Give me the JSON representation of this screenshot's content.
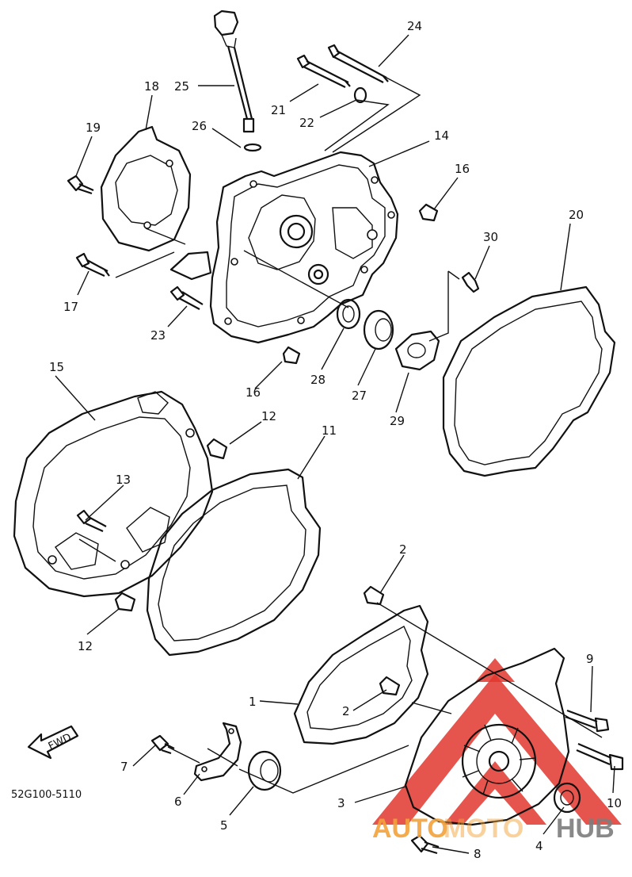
{
  "diagram_code": "52G100-5110",
  "fwd_label": "FWD",
  "watermark": {
    "text_a": "AUTO",
    "text_b": "MOTO",
    "text_c": "HUB",
    "colors": {
      "red": "#e2372e",
      "orange": "#f2a23a",
      "grey": "#7d7d7d"
    }
  },
  "callouts": [
    {
      "id": "24",
      "label": "24"
    },
    {
      "id": "25",
      "label": "25"
    },
    {
      "id": "18",
      "label": "18"
    },
    {
      "id": "19",
      "label": "19"
    },
    {
      "id": "26",
      "label": "26"
    },
    {
      "id": "21",
      "label": "21"
    },
    {
      "id": "22",
      "label": "22"
    },
    {
      "id": "14",
      "label": "14"
    },
    {
      "id": "16a",
      "label": "16"
    },
    {
      "id": "20",
      "label": "20"
    },
    {
      "id": "30",
      "label": "30"
    },
    {
      "id": "17",
      "label": "17"
    },
    {
      "id": "23",
      "label": "23"
    },
    {
      "id": "28",
      "label": "28"
    },
    {
      "id": "27",
      "label": "27"
    },
    {
      "id": "29",
      "label": "29"
    },
    {
      "id": "16b",
      "label": "16"
    },
    {
      "id": "15",
      "label": "15"
    },
    {
      "id": "12a",
      "label": "12"
    },
    {
      "id": "11",
      "label": "11"
    },
    {
      "id": "13",
      "label": "13"
    },
    {
      "id": "12b",
      "label": "12"
    },
    {
      "id": "2a",
      "label": "2"
    },
    {
      "id": "9",
      "label": "9"
    },
    {
      "id": "1",
      "label": "1"
    },
    {
      "id": "2b",
      "label": "2"
    },
    {
      "id": "7",
      "label": "7"
    },
    {
      "id": "6",
      "label": "6"
    },
    {
      "id": "5",
      "label": "5"
    },
    {
      "id": "3",
      "label": "3"
    },
    {
      "id": "10",
      "label": "10"
    },
    {
      "id": "4",
      "label": "4"
    },
    {
      "id": "8",
      "label": "8"
    }
  ]
}
